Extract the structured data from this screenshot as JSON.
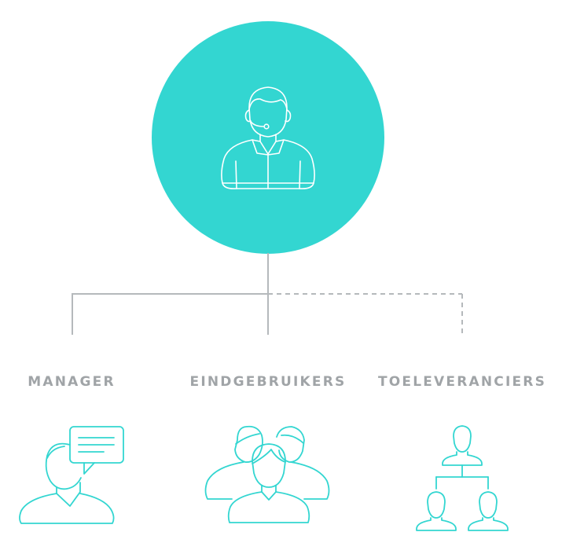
{
  "colors": {
    "accent": "#33d6d1",
    "line": "#b5b9bc",
    "label": "#a0a4a7",
    "icon_stroke": "#ffffff",
    "background": "#ffffff"
  },
  "center": {
    "icon": "customer-support-headset-icon"
  },
  "branches": [
    {
      "label": "MANAGER",
      "icon": "manager-chat-icon",
      "line_style": "solid"
    },
    {
      "label": "EINDGEBRUIKERS",
      "icon": "group-users-icon",
      "line_style": "solid"
    },
    {
      "label": "TOELEVERANCIERS",
      "icon": "org-hierarchy-icon",
      "line_style": "dashed"
    }
  ]
}
